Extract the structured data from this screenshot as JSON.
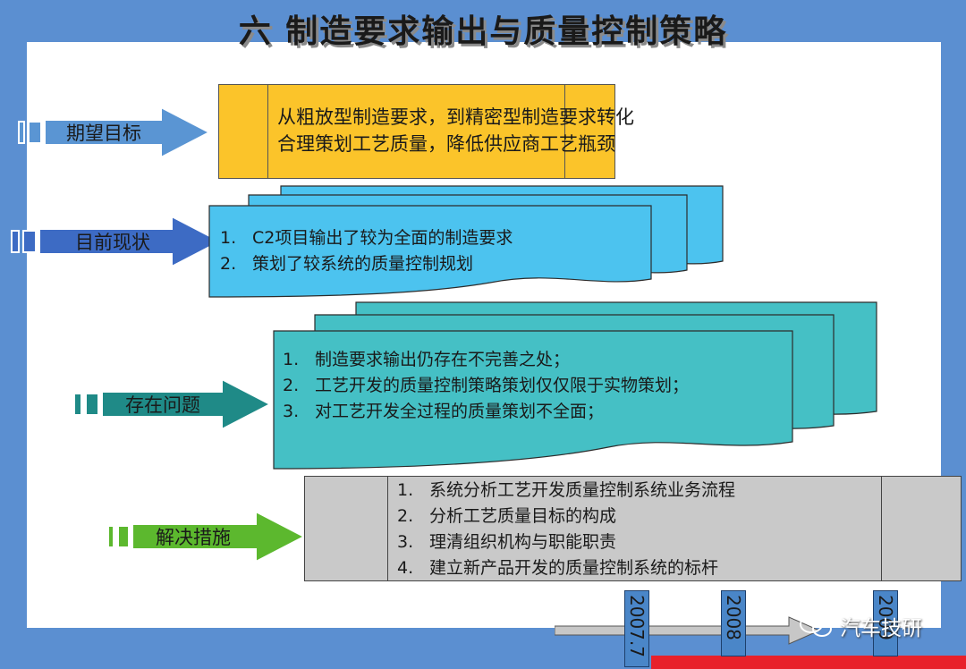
{
  "title": "六  制造要求输出与质量控制策略",
  "rows": {
    "expected": {
      "label": "期望目标",
      "lines": [
        "从粗放型制造要求，到精密型制造要求转化",
        "合理策划工艺质量，降低供应商工艺瓶颈"
      ]
    },
    "current": {
      "label": "目前现状",
      "items": [
        {
          "num": "1.",
          "text": "C2项目输出了较为全面的制造要求"
        },
        {
          "num": "2.",
          "text": "策划了较系统的质量控制规划"
        }
      ]
    },
    "issues": {
      "label": "存在问题",
      "items": [
        {
          "num": "1.",
          "text": "制造要求输出仍存在不完善之处；"
        },
        {
          "num": "2.",
          "text": "工艺开发的质量控制策略策划仅仅限于实物策划；"
        },
        {
          "num": "3.",
          "text": "对工艺开发全过程的质量策划不全面；"
        }
      ]
    },
    "solutions": {
      "label": "解决措施",
      "items": [
        {
          "num": "1.",
          "text": "系统分析工艺开发质量控制系统业务流程"
        },
        {
          "num": "2.",
          "text": "分析工艺质量目标的构成"
        },
        {
          "num": "3.",
          "text": "理清组织机构与职能职责"
        },
        {
          "num": "4.",
          "text": "建立新产品开发的质量控制系统的标杆"
        }
      ]
    }
  },
  "timeline": [
    "2007.7",
    "2008",
    "2009"
  ],
  "watermark": "汽车技研",
  "colors": {
    "background": "#5b8fd1",
    "expected": "#5a95d3",
    "current": "#3d6bc4",
    "issues": "#1f8a87",
    "solutions": "#5cb82e",
    "yellow": "#fbc42a",
    "sky": "#4cc3ef",
    "teal": "#45c0c5",
    "gray": "#c9c9c9"
  }
}
